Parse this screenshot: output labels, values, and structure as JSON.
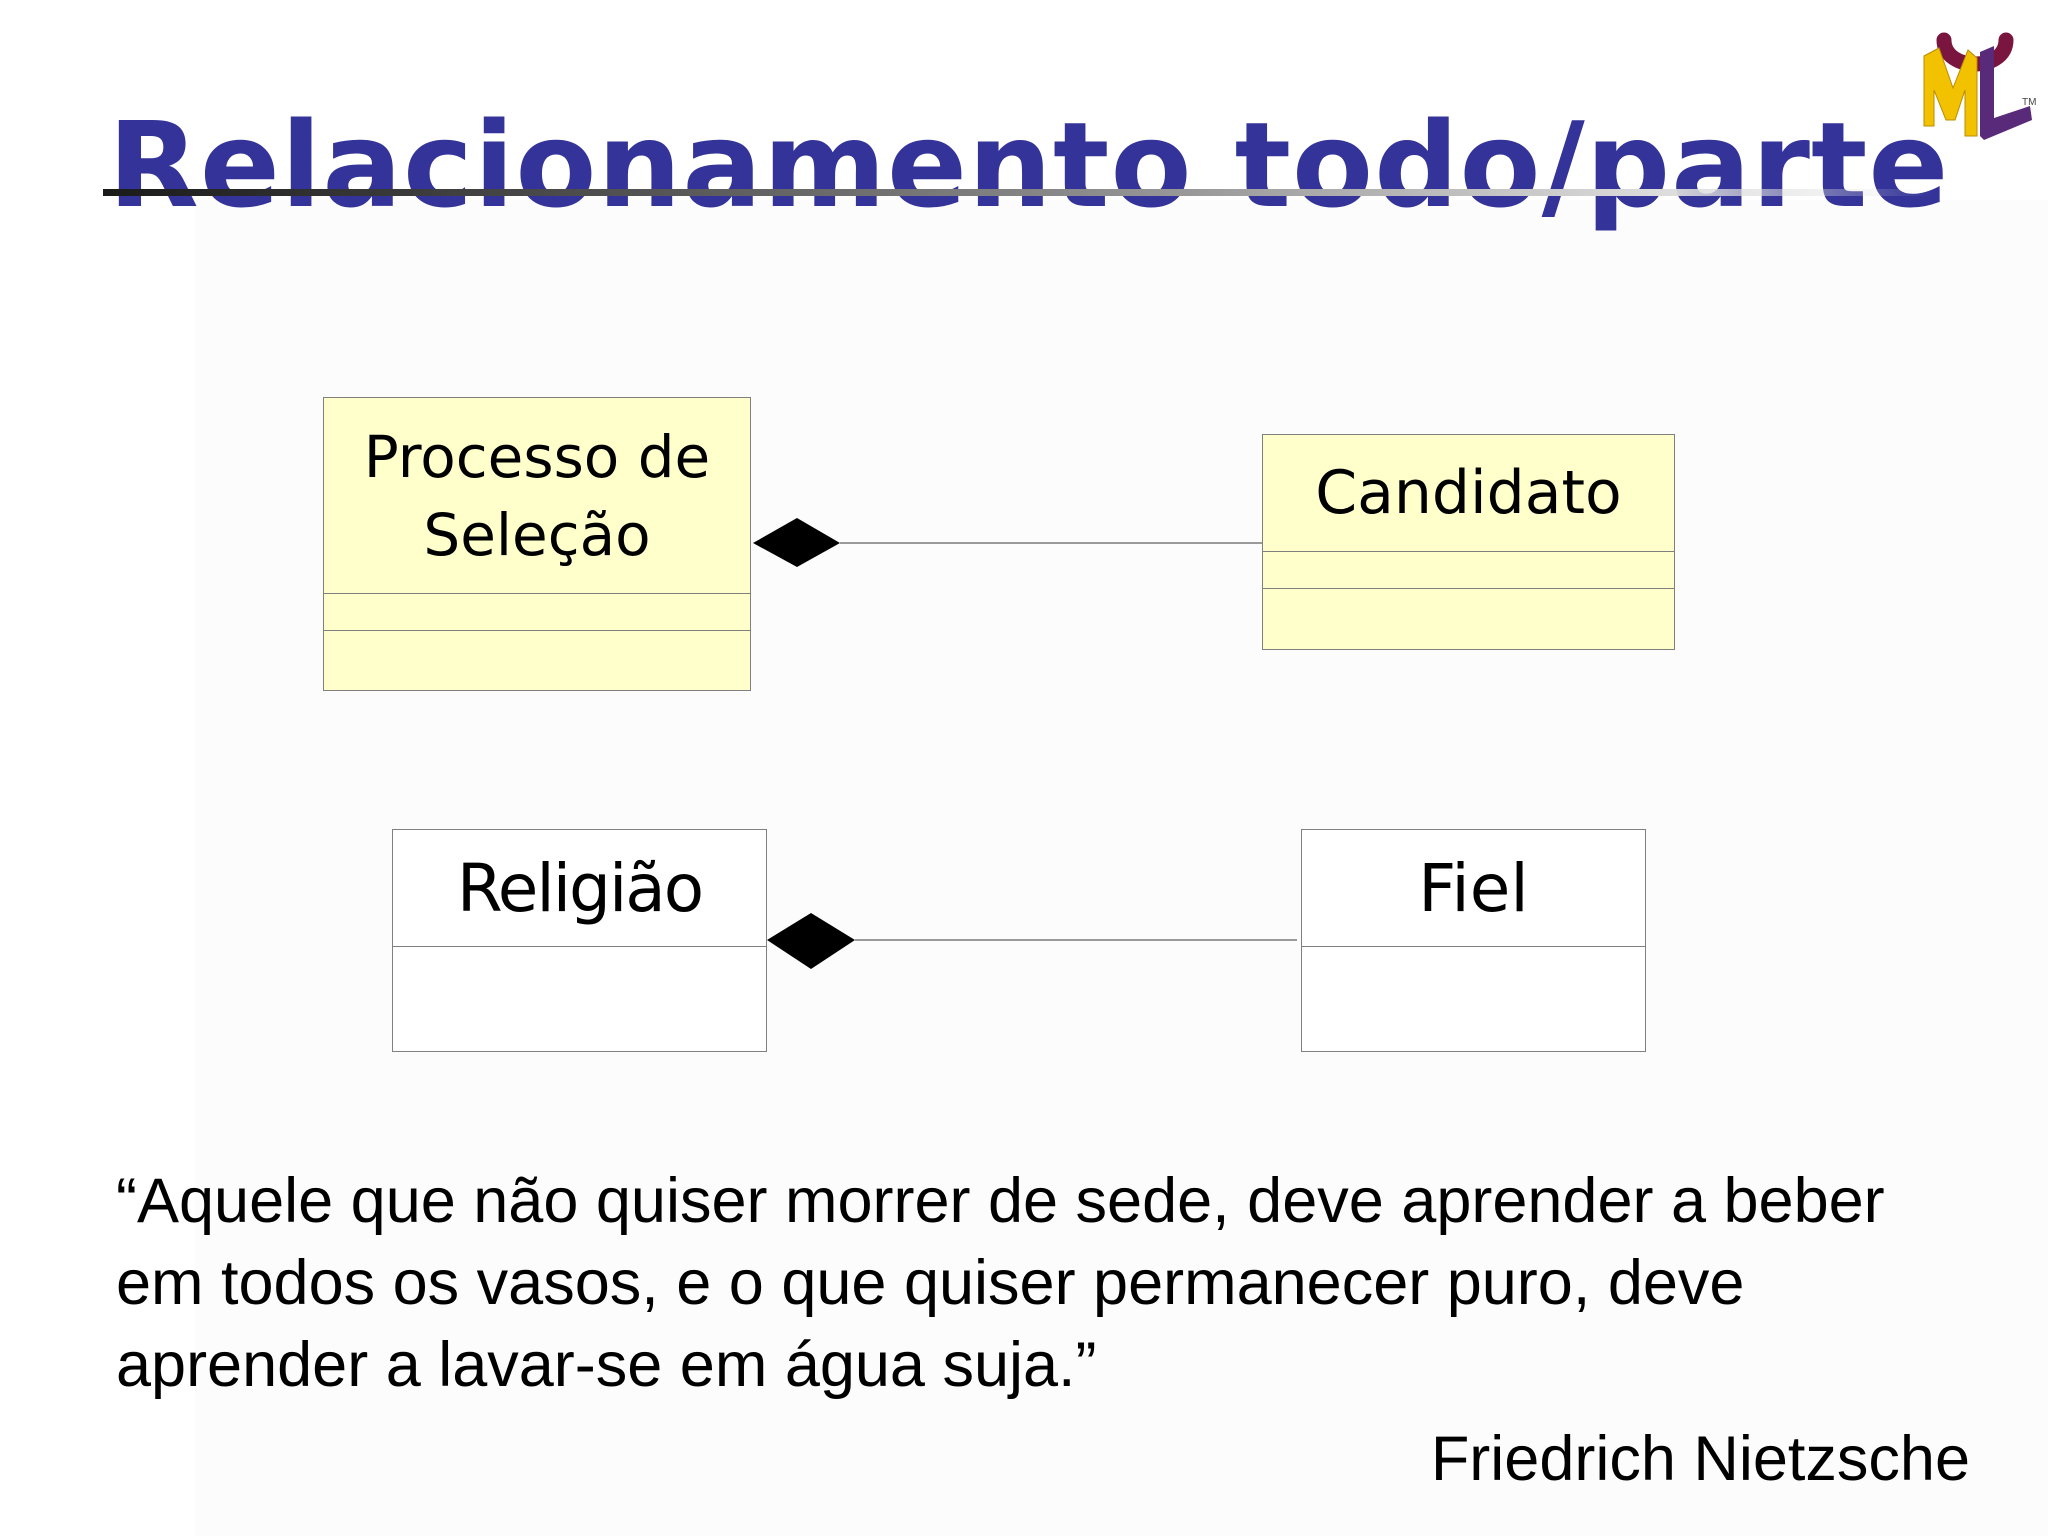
{
  "slide": {
    "title": "Relacionamento todo/parte",
    "title_color": "#333399"
  },
  "logo": {
    "letters": "UML",
    "trademark": "TM",
    "colors": {
      "u": "#7a1540",
      "m": "#f2c200",
      "l": "#5a2a7a"
    }
  },
  "diagram": {
    "box_fill_yellow": "#ffffcc",
    "box_fill_white": "#ffffff",
    "relationship": "composition",
    "classes": {
      "processo": {
        "name_line1": "Processo de",
        "name_line2": "Seleção"
      },
      "candidato": {
        "name": "Candidato"
      },
      "religiao": {
        "name": "Religião"
      },
      "fiel": {
        "name": "Fiel"
      }
    }
  },
  "quote": {
    "line1": "“Aquele que não quiser morrer de sede, deve aprender a beber",
    "line2": "em todos os vasos, e o que quiser permanecer puro, deve",
    "line3": "aprender a lavar-se em água suja.”",
    "author": "Friedrich Nietzsche"
  }
}
